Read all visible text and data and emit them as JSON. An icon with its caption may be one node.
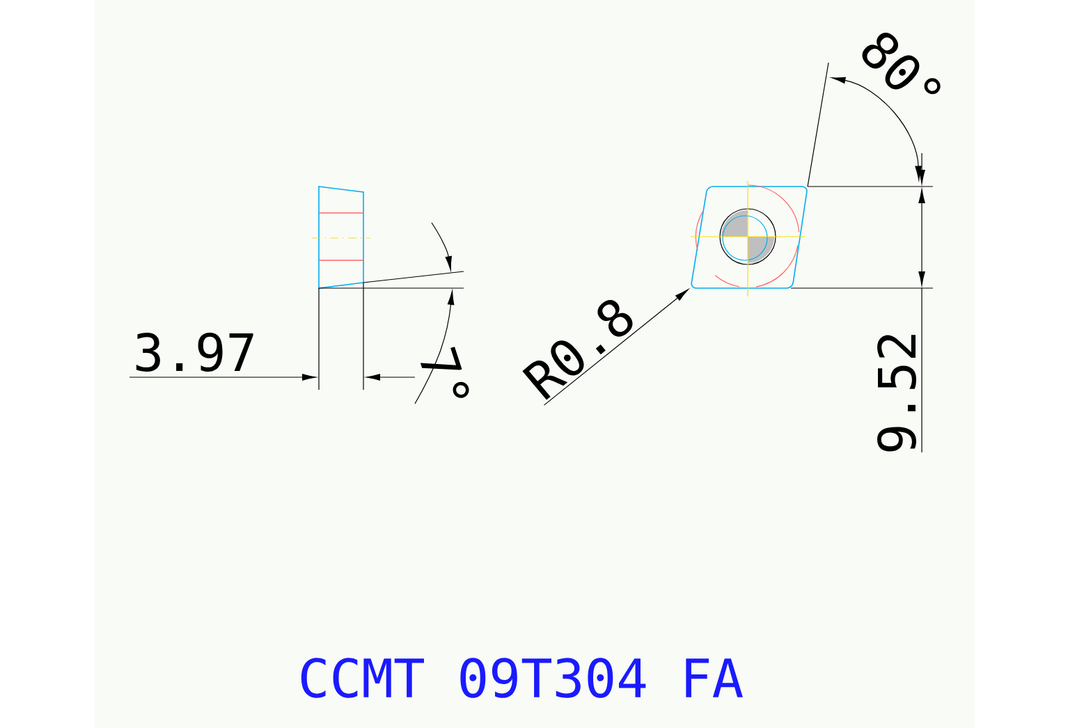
{
  "diagram": {
    "title": "CCMT 09T304 FA",
    "nodes": [
      {
        "text": [
          "R0.8"
        ]
      },
      {
        "text": [],
        "shape": "picture"
      }
    ],
    "edges": [
      {
        "from": 0,
        "to": 1,
        "arrow": "to"
      }
    ],
    "labels": [
      "80°",
      "3.97",
      "7°",
      "9.52"
    ]
  }
}
